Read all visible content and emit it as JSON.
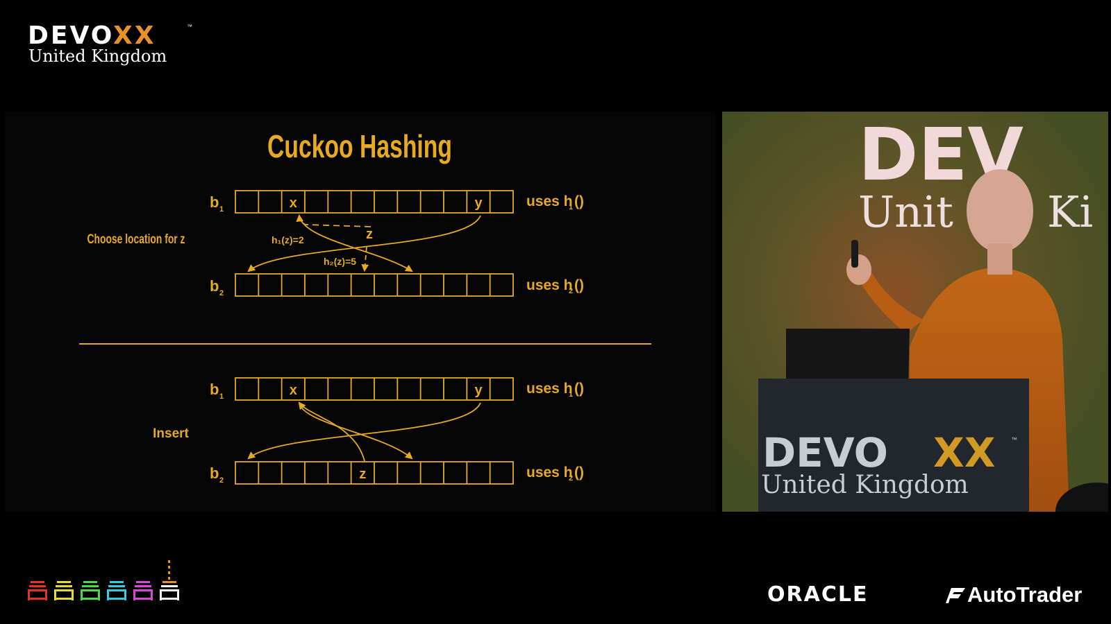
{
  "brand": {
    "name_main": "DEVO",
    "name_xx": "XX",
    "trademark": "™",
    "subtitle": "United Kingdom",
    "accent": "#e8912a"
  },
  "slide": {
    "title": "Cuckoo Hashing",
    "accent_color": "#e7aa21",
    "section_top": {
      "label": "Choose location for z",
      "row1": {
        "label": "b",
        "sub": "1",
        "uses": "uses h",
        "uses_sub": "1",
        "uses_paren": "()",
        "cells": [
          "",
          "",
          "x",
          "",
          "",
          "",
          "",
          "",
          "",
          "",
          "y",
          ""
        ]
      },
      "row2": {
        "label": "b",
        "sub": "2",
        "uses": "uses h",
        "uses_sub": "2",
        "uses_paren": "()",
        "cells": [
          "",
          "",
          "",
          "",
          "",
          "",
          "",
          "",
          "",
          "",
          "",
          ""
        ]
      },
      "item_z": "z",
      "h1_label": "h₁(z)=2",
      "h2_label": "h₂(z)=5"
    },
    "section_bottom": {
      "label": "Insert",
      "row1": {
        "label": "b",
        "sub": "1",
        "uses": "uses h",
        "uses_sub": "1",
        "uses_paren": "()",
        "cells": [
          "",
          "",
          "x",
          "",
          "",
          "",
          "",
          "",
          "",
          "",
          "y",
          ""
        ]
      },
      "row2": {
        "label": "b",
        "sub": "2",
        "uses": "uses h",
        "uses_sub": "2",
        "uses_paren": "()",
        "cells": [
          "",
          "",
          "",
          "",
          "",
          "z",
          "",
          "",
          "",
          "",
          "",
          ""
        ]
      }
    }
  },
  "camera_feed": {
    "backdrop_text_1": "DEV",
    "backdrop_text_2": "Unit",
    "backdrop_text_3": "Ki",
    "podium_word": "DEVO",
    "podium_xx": "XX",
    "podium_tm": "™",
    "podium_sub": "United Kingdom"
  },
  "bottom_icons": [
    "invader-red-icon",
    "invader-yellow-icon",
    "invader-green-icon",
    "invader-cyan-icon",
    "invader-magenta-icon",
    "invader-white-icon"
  ],
  "sponsors": {
    "oracle": "ORACLE",
    "autotrader": "AutoTrader"
  }
}
